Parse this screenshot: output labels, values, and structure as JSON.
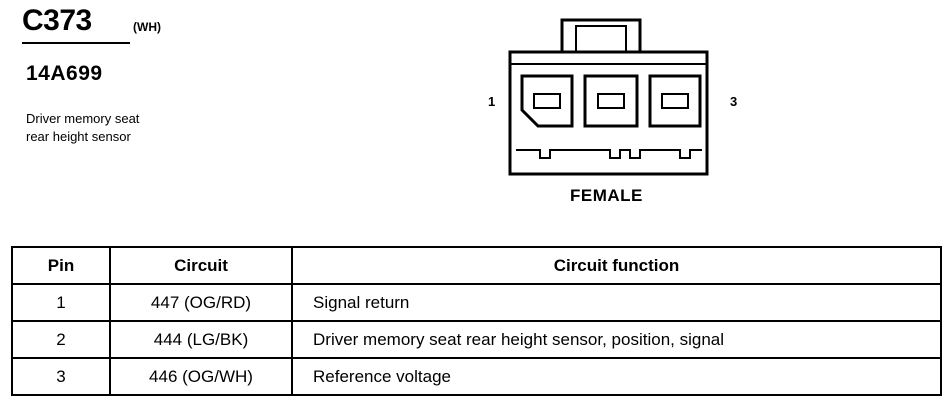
{
  "connector": {
    "id": "C373",
    "color_code": "(WH)",
    "part_number": "14A699",
    "description_line1": "Driver memory seat",
    "description_line2": "rear height sensor",
    "pin_left_label": "1",
    "pin_right_label": "3",
    "gender": "FEMALE"
  },
  "table": {
    "headers": {
      "pin": "Pin",
      "circuit": "Circuit",
      "function": "Circuit function"
    },
    "rows": [
      {
        "pin": "1",
        "circuit": "447 (OG/RD)",
        "function": "Signal return"
      },
      {
        "pin": "2",
        "circuit": "444 (LG/BK)",
        "function": "Driver memory seat rear height sensor, position, signal"
      },
      {
        "pin": "3",
        "circuit": "446 (OG/WH)",
        "function": "Reference voltage"
      }
    ]
  }
}
